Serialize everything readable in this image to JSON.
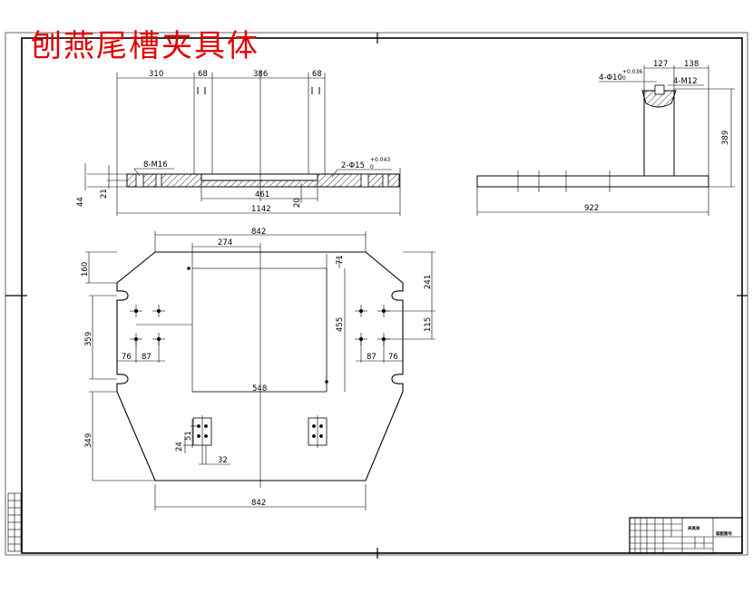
{
  "title": "刨燕尾槽夹具体",
  "front_view": {
    "dims": {
      "d310": "310",
      "d68a": "68",
      "d386": "386",
      "d68b": "68",
      "d461": "461",
      "d1142": "1142",
      "d44": "44",
      "d21": "21",
      "d20": "20"
    },
    "callouts": {
      "bolt": "8-M16",
      "pin": "2-Φ15",
      "pin_tol": "+0.043",
      "pin_tol2": "0"
    }
  },
  "side_view": {
    "dims": {
      "d127": "127",
      "d138": "138",
      "d389": "389",
      "d922": "922"
    },
    "callouts": {
      "hole": "4-Φ10",
      "hole_tol": "+0.036",
      "hole_tol2": "0",
      "thread": "4-M12"
    }
  },
  "top_view": {
    "dims": {
      "d842_top": "842",
      "d274": "274",
      "d71": "71",
      "d160": "160",
      "d241": "241",
      "d359": "359",
      "d455": "455",
      "d115": "115",
      "d76a": "76",
      "d87a": "87",
      "d87b": "87",
      "d76b": "76",
      "d548": "548",
      "d349": "349",
      "d24": "24",
      "d51": "51",
      "d32": "32",
      "d842_bot": "842"
    }
  },
  "title_block": {
    "name": "夹具体",
    "drawing_no": "装配图号"
  },
  "colors": {
    "line": "#000000",
    "title": "#e00000",
    "hatch": "#000000"
  }
}
